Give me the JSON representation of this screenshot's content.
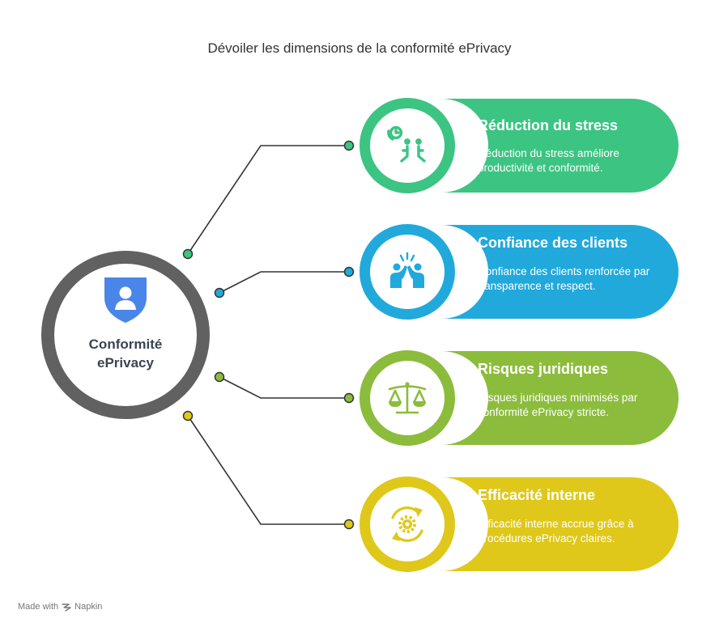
{
  "title": "Dévoiler les dimensions de la conformité ePrivacy",
  "hub": {
    "line1": "Conformité",
    "line2": "ePrivacy",
    "icon": "shield-user-icon",
    "ring_color": "#616161",
    "shield_color": "#4a86e8"
  },
  "items": [
    {
      "title": "Réduction du stress",
      "text": "Réduction du stress améliore productivité et conformité.",
      "icon": "stress-relief-icon",
      "color": "#3cc482"
    },
    {
      "title": "Confiance des clients",
      "text": "Confiance des clients renforcée par transparence et respect.",
      "icon": "handshake-icon",
      "color": "#21a9dc"
    },
    {
      "title": "Risques juridiques",
      "text": "Risques juridiques minimisés par conformité ePrivacy stricte.",
      "icon": "scales-icon",
      "color": "#8cbc3c"
    },
    {
      "title": "Efficacité interne",
      "text": "Efficacité interne accrue grâce à procédures ePrivacy claires.",
      "icon": "gear-cycle-icon",
      "color": "#dfc819"
    }
  ],
  "footer": {
    "made_with": "Made with",
    "brand": "Napkin"
  }
}
